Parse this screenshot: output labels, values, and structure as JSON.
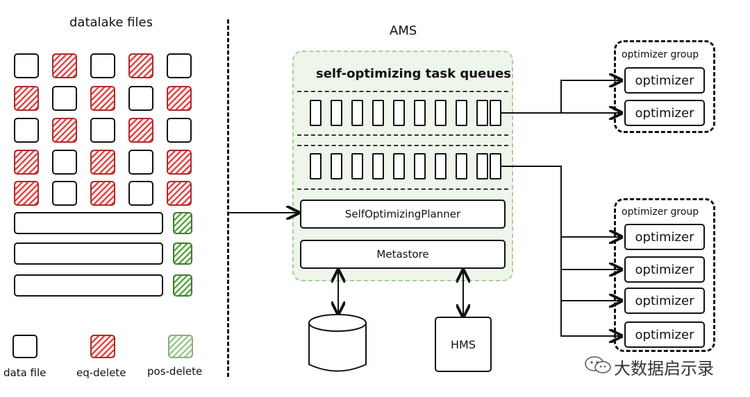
{
  "datalake": {
    "title": "datalake files",
    "legend": {
      "data_file": "data file",
      "eq_delete": "eq-delete",
      "pos_delete": "pos-delete"
    }
  },
  "ams": {
    "title": "AMS",
    "queues_title": "self-optimizing task queues",
    "planner_label": "SelfOptimizingPlanner",
    "metastore_label": "Metastore"
  },
  "hms": {
    "label": "HMS"
  },
  "groups": [
    {
      "title": "optimizer group",
      "optimizers": [
        "optimizer",
        "optimizer"
      ]
    },
    {
      "title": "optimizer group",
      "optimizers": [
        "optimizer",
        "optimizer",
        "optimizer",
        "optimizer"
      ]
    }
  ],
  "watermark": "大数据启示录",
  "colors": {
    "eq_delete": "#d93a3a",
    "pos_delete": "#4f9a3a",
    "ams_fill": "#eef5ea",
    "ams_border": "#a8cf9c"
  },
  "icons": [
    "database-cylinder-icon",
    "wechat-icon",
    "arrow-icon"
  ]
}
